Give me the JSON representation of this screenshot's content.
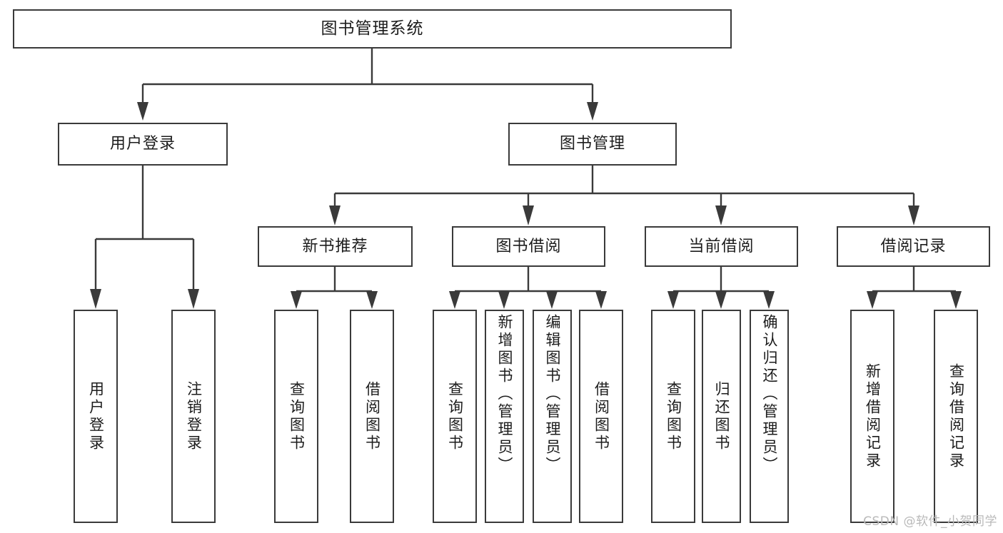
{
  "diagram": {
    "type": "tree",
    "title": "图书管理系统",
    "root": {
      "label": "图书管理系统"
    },
    "level2": [
      {
        "label": "用户登录"
      },
      {
        "label": "图书管理"
      }
    ],
    "level3": [
      {
        "label": "新书推荐"
      },
      {
        "label": "图书借阅"
      },
      {
        "label": "当前借阅"
      },
      {
        "label": "借阅记录"
      }
    ],
    "leaves": {
      "user_login": [
        {
          "label": "用户登录"
        },
        {
          "label": "注销登录"
        }
      ],
      "new_book_recommend": [
        {
          "label": "查询图书"
        },
        {
          "label": "借阅图书"
        }
      ],
      "book_borrow": [
        {
          "label": "查询图书"
        },
        {
          "label": "新增图书（管理员）"
        },
        {
          "label": "编辑图书（管理员）"
        },
        {
          "label": "借阅图书"
        }
      ],
      "current_borrow": [
        {
          "label": "查询图书"
        },
        {
          "label": "归还图书"
        },
        {
          "label": "确认归还（管理员）"
        }
      ],
      "borrow_record": [
        {
          "label": "新增借阅记录"
        },
        {
          "label": "查询借阅记录"
        }
      ]
    }
  },
  "watermark": {
    "text": "CSDN @软件_小贺同学"
  },
  "colors": {
    "border": "#3a3a3a",
    "background": "#ffffff",
    "text": "#1c1c1c",
    "watermark": "#b9b9b9"
  }
}
